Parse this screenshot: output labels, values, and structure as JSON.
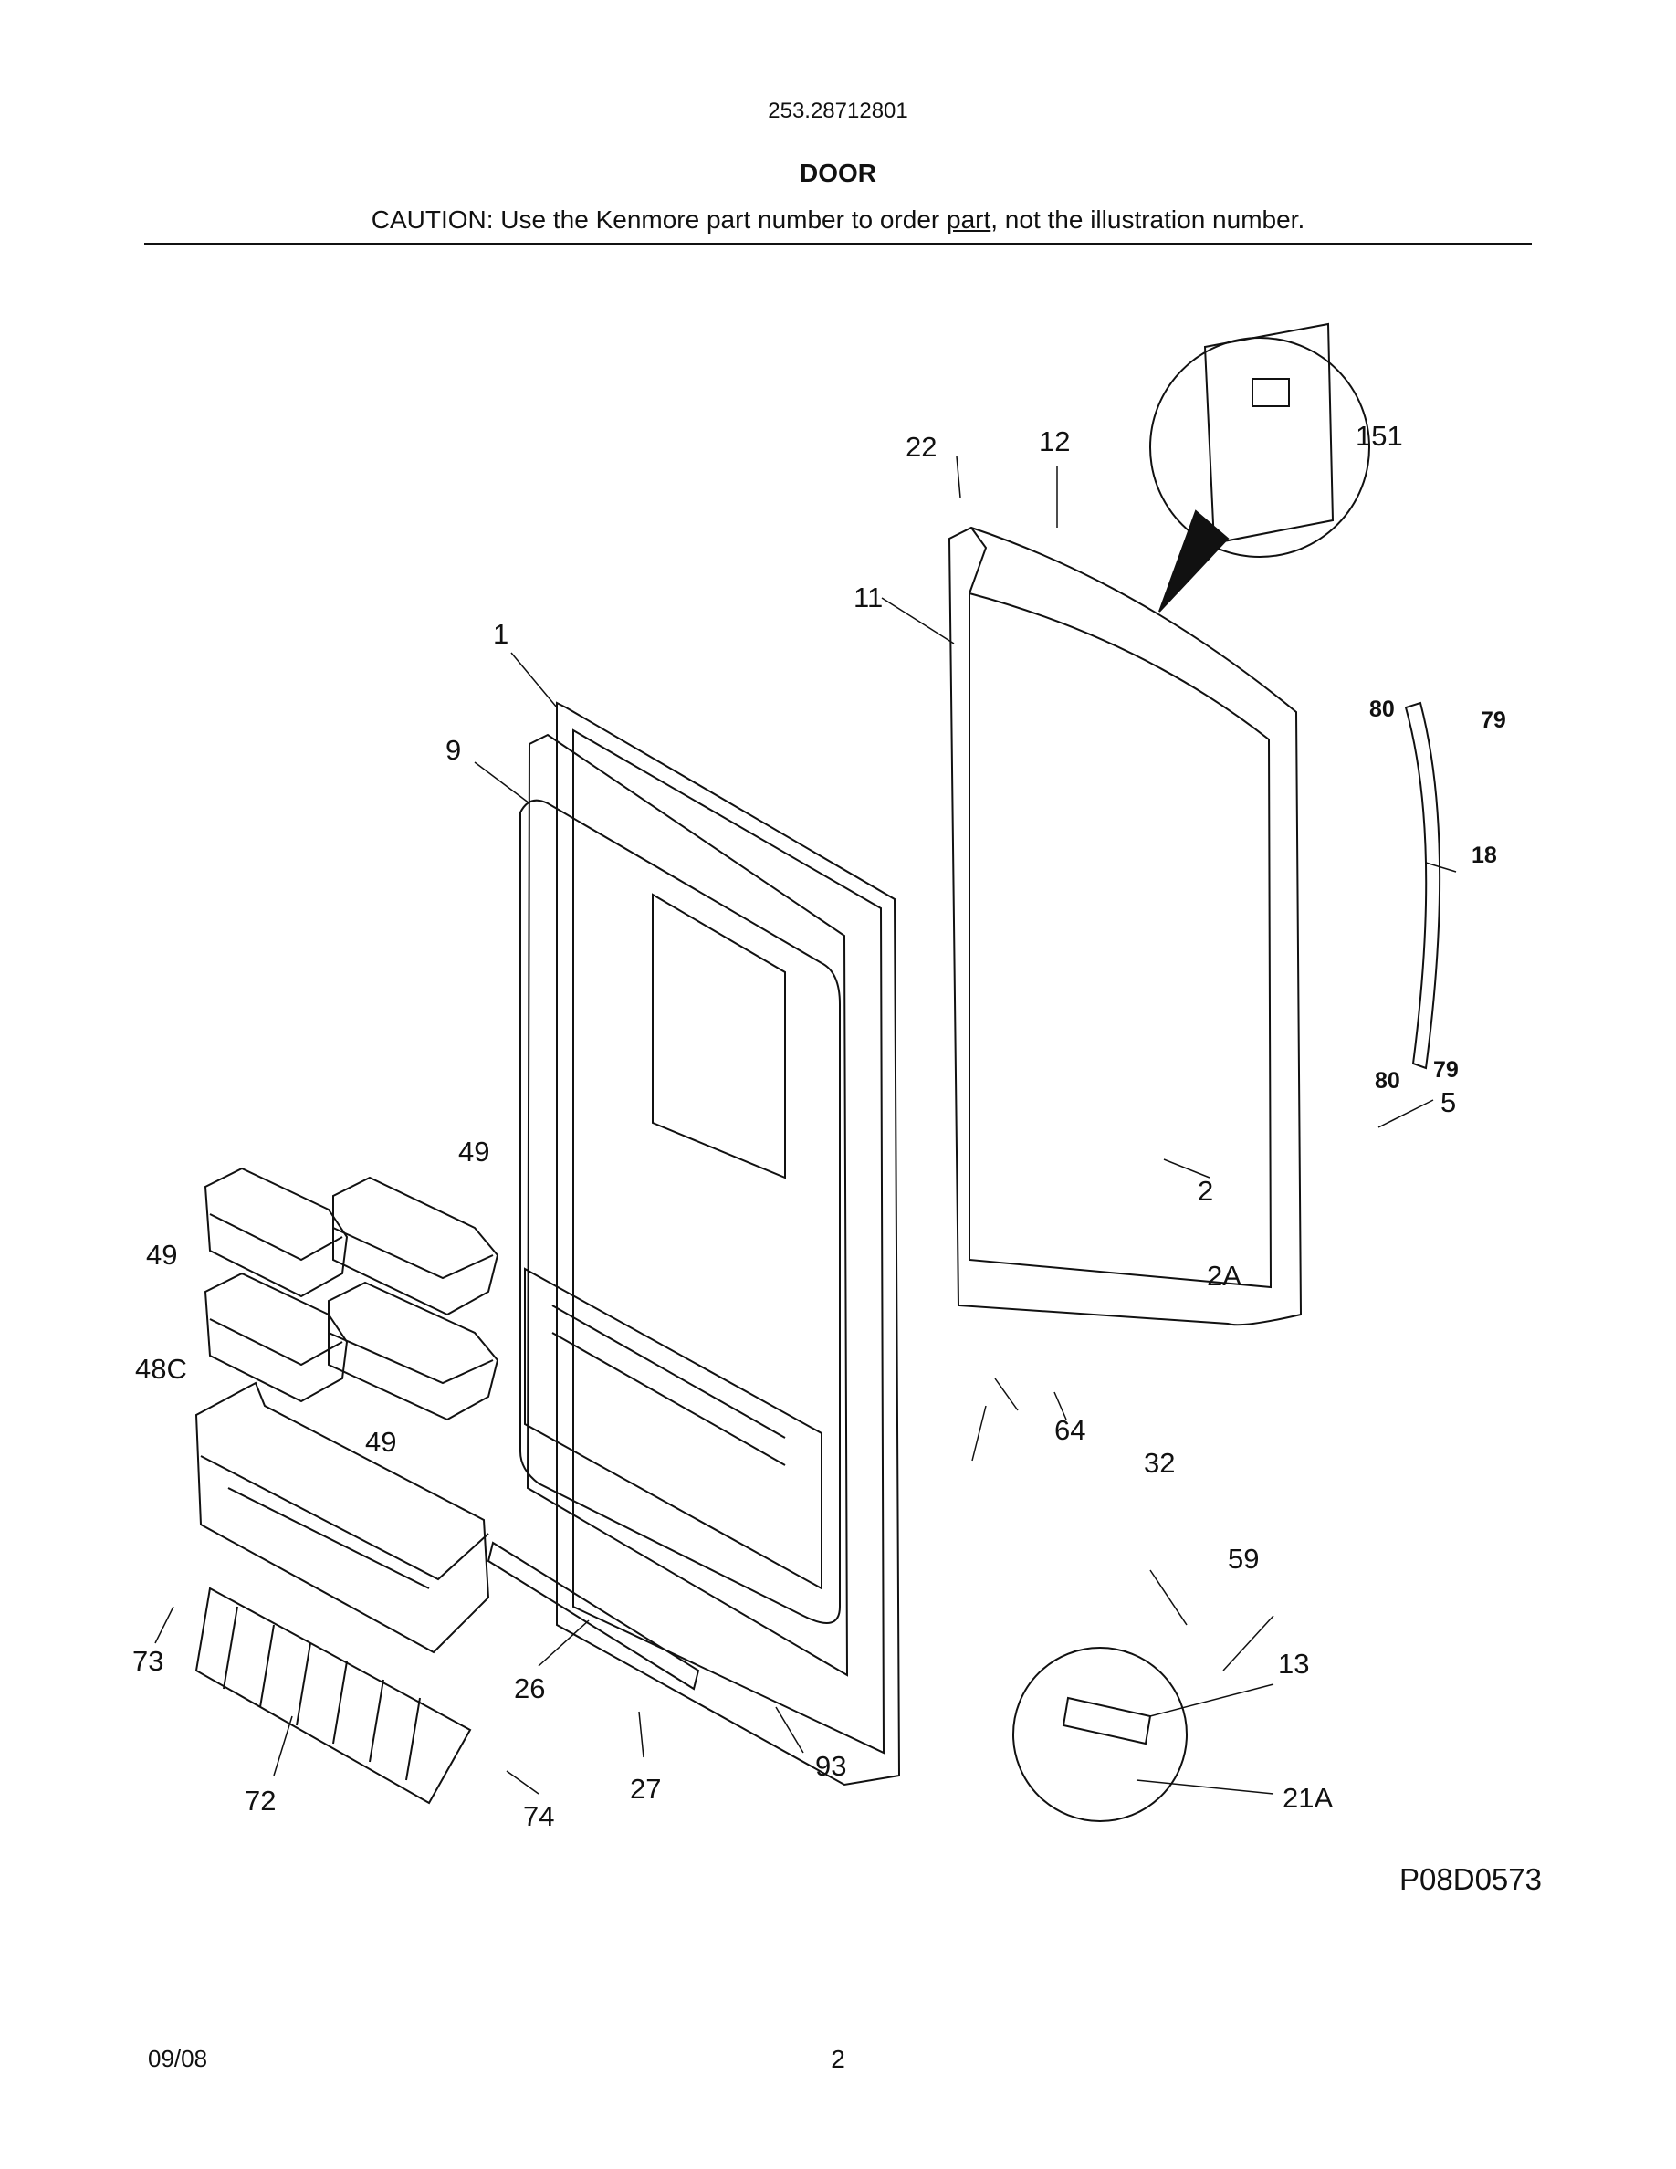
{
  "header": {
    "model_number": "253.28712801",
    "title": "DOOR",
    "caution_prefix": "CAUTION: Use the Kenmore part number to order ",
    "caution_underlined": "part",
    "caution_suffix": ", not the illustration number."
  },
  "callouts": {
    "c1": "1",
    "c9": "9",
    "c11": "11",
    "c12": "12",
    "c22": "22",
    "c151": "151",
    "c80a": "80",
    "c79a": "79",
    "c18": "18",
    "c80b": "80",
    "c79b": "79",
    "c5": "5",
    "c2": "2",
    "c2A": "2A",
    "c49a": "49",
    "c49b": "49",
    "c49c": "49",
    "c48C": "48C",
    "c64": "64",
    "c32": "32",
    "c59": "59",
    "c13": "13",
    "c21A": "21A",
    "c73": "73",
    "c72": "72",
    "c74": "74",
    "c26": "26",
    "c27": "27",
    "c93": "93"
  },
  "figure_code": "P08D0573",
  "footer": {
    "date": "09/08",
    "page": "2"
  }
}
